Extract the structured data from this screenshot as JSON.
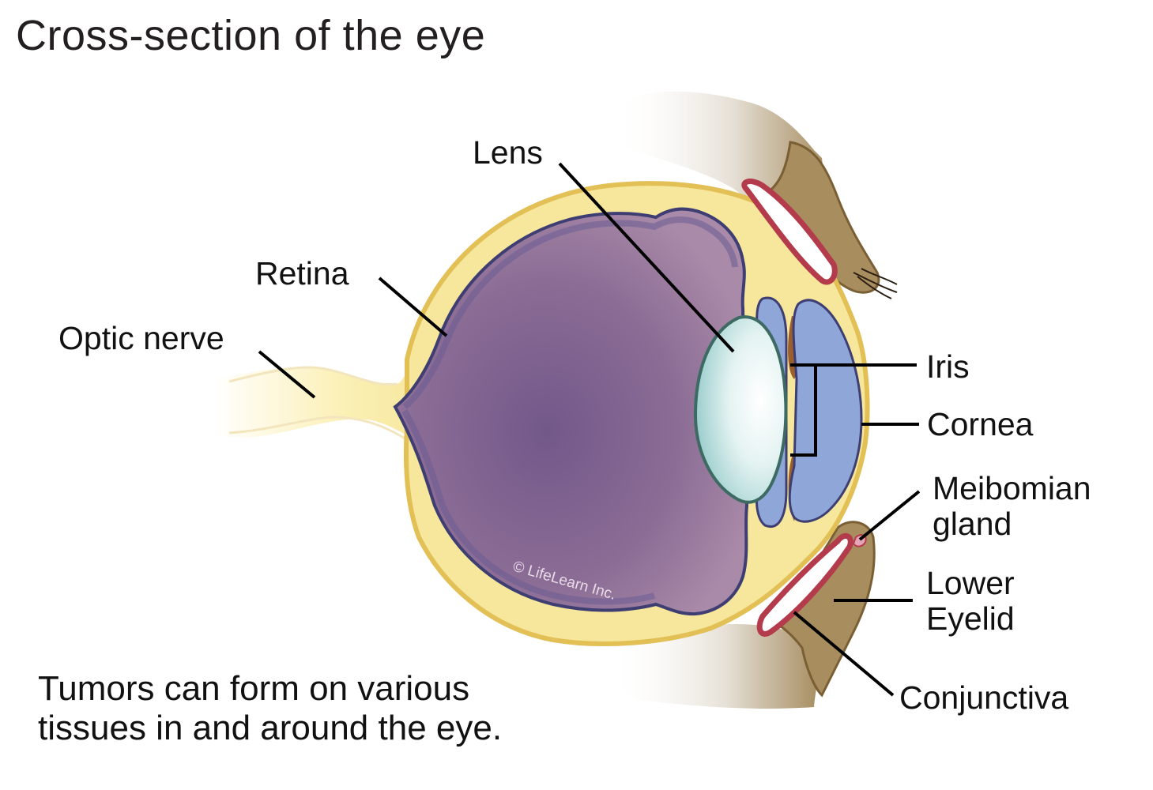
{
  "title": "Cross-section of the eye",
  "labels": {
    "lens": "Lens",
    "retina": "Retina",
    "optic_nerve": "Optic nerve",
    "iris": "Iris",
    "cornea": "Cornea",
    "meibomian_line1": "Meibomian",
    "meibomian_line2": "gland",
    "lower_eyelid_line1": "Lower",
    "lower_eyelid_line2": "Eyelid",
    "conjunctiva": "Conjunctiva"
  },
  "caption": {
    "line1": "Tumors can form on various",
    "line2": "tissues in and around the eye."
  },
  "watermark": "© LifeLearn Inc.",
  "colors": {
    "sclera": "#f6e79c",
    "sclera_border": "#e2c056",
    "vitreous": "#8a6a93",
    "vitreous_border": "#3e3e73",
    "lens": "#d8eeee",
    "lens_border": "#3d6b63",
    "iris_chamber": "#8fa6d8",
    "eyelid": "#a88d5e",
    "conjunctiva": "#b33b4b",
    "meibomian": "#e7a6b8"
  }
}
